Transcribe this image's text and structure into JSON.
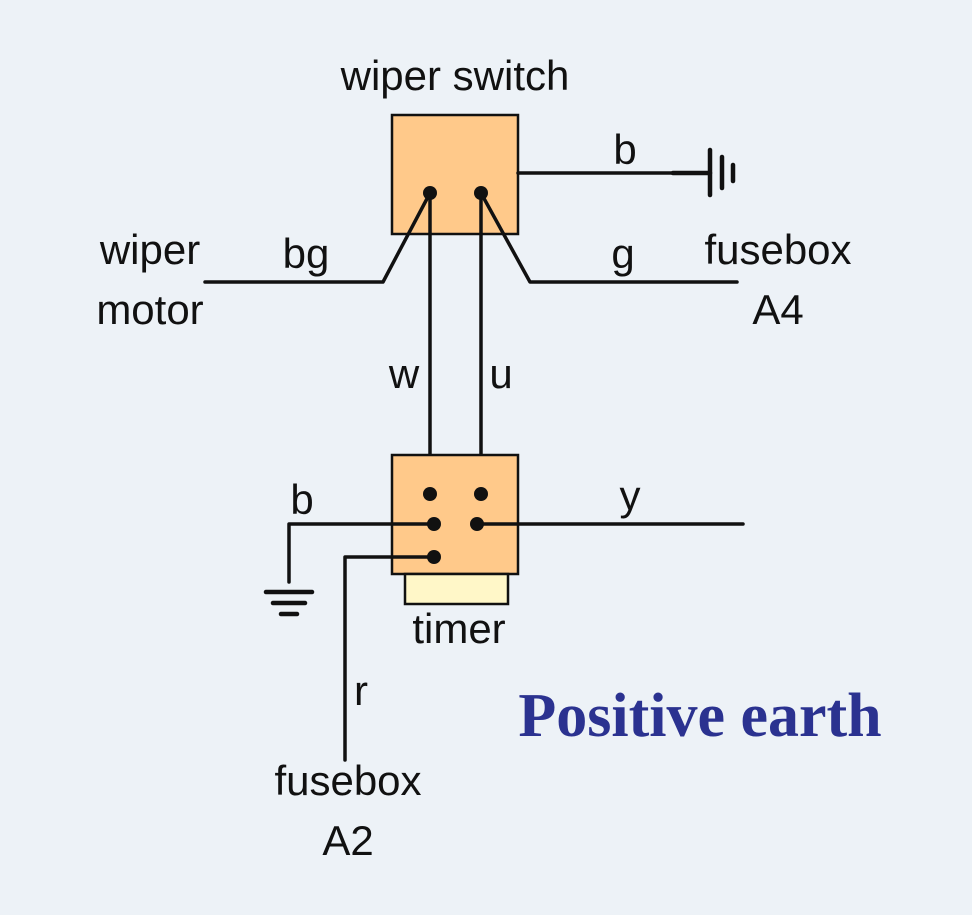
{
  "colors": {
    "background": "#edf2f7",
    "component_fill": "#ffc98a",
    "timer_fill": "#fff7c8",
    "title_color": "#2b3290"
  },
  "components": {
    "switch_label": "wiper switch",
    "timer_label": "timer"
  },
  "endpoints": {
    "motor_line1": "wiper",
    "motor_line2": "motor",
    "fuse_a4_line1": "fusebox",
    "fuse_a4_line2": "A4",
    "fuse_a2_line1": "fusebox",
    "fuse_a2_line2": "A2"
  },
  "wires": {
    "switch_earth": "b",
    "motor": "bg",
    "fuse_a4": "g",
    "white": "w",
    "blue": "u",
    "timer_earth": "b",
    "yellow": "y",
    "red": "r"
  },
  "icons": [
    "earth-symbol-right",
    "earth-symbol-down"
  ],
  "title": "Positive earth"
}
